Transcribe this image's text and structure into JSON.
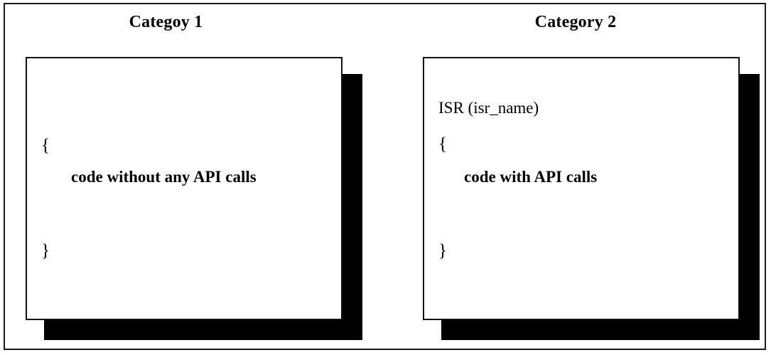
{
  "figure": {
    "background_color": "#ffffff",
    "frame_border_color": "#1a1a1a",
    "card_border_color": "#111111",
    "shadow_color": "#000000"
  },
  "columns": [
    {
      "title": "Categoy 1",
      "card": {
        "signature": "",
        "brace_open": "{",
        "body_text": "code without any API calls",
        "brace_close": "}"
      }
    },
    {
      "title": "Category 2",
      "card": {
        "signature": "ISR (isr_name)",
        "brace_open": "{",
        "body_text": "code with API calls",
        "brace_close": "}"
      }
    }
  ]
}
